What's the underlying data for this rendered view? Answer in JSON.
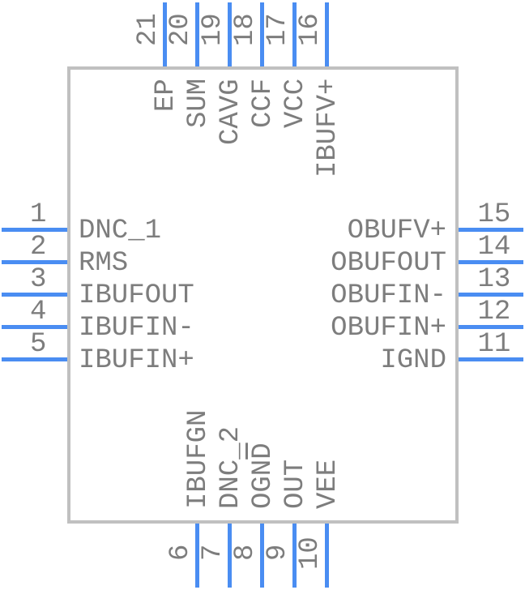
{
  "style": {
    "pin_color": "#4a8df2",
    "body_border_color": "#c0c0c0",
    "text_color": "#7d7d7d",
    "background_color": "#ffffff"
  },
  "symbol": {
    "left_pins": [
      {
        "number": "1",
        "label": "DNC_1"
      },
      {
        "number": "2",
        "label": "RMS"
      },
      {
        "number": "3",
        "label": "IBUFOUT"
      },
      {
        "number": "4",
        "label": "IBUFIN-"
      },
      {
        "number": "5",
        "label": "IBUFIN+"
      }
    ],
    "right_pins": [
      {
        "number": "15",
        "label": "OBUFV+"
      },
      {
        "number": "14",
        "label": "OBUFOUT"
      },
      {
        "number": "13",
        "label": "OBUFIN-"
      },
      {
        "number": "12",
        "label": "OBUFIN+"
      },
      {
        "number": "11",
        "label": "IGND"
      }
    ],
    "top_pins": [
      {
        "number": "21",
        "label": "EP"
      },
      {
        "number": "20",
        "label": "SUM"
      },
      {
        "number": "19",
        "label": "CAVG"
      },
      {
        "number": "18",
        "label": "CCF"
      },
      {
        "number": "17",
        "label": "VCC"
      },
      {
        "number": "16",
        "label": "IBUFV+"
      }
    ],
    "bottom_pins": [
      {
        "number": "6",
        "label": "IBUFGN"
      },
      {
        "number": "7",
        "label": "DNC_2"
      },
      {
        "number": "8",
        "label": "OGND",
        "label_parts": [
          {
            "t": "OGN",
            "overline": false
          },
          {
            "t": "D",
            "overline": true
          }
        ]
      },
      {
        "number": "9",
        "label": "OUT"
      },
      {
        "number": "10",
        "label": "VEE"
      }
    ]
  }
}
